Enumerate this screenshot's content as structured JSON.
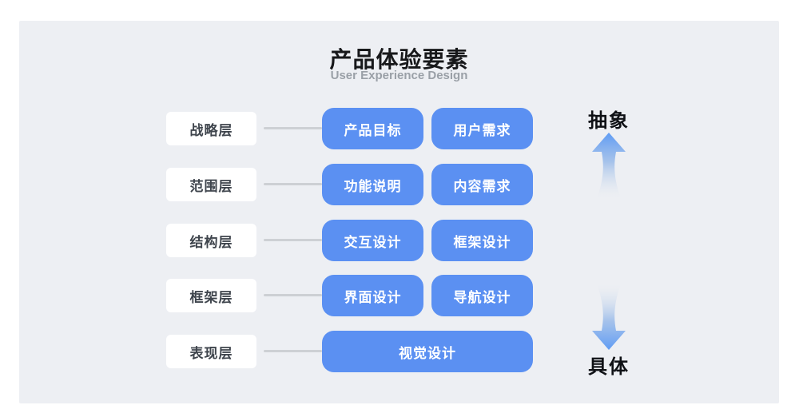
{
  "title": "产品体验要素",
  "subtitle": "User Experience Design",
  "axis": {
    "top_label": "抽象",
    "bottom_label": "具体"
  },
  "rows": [
    {
      "label": "战略层",
      "boxes": [
        "产品目标",
        "用户需求"
      ]
    },
    {
      "label": "范围层",
      "boxes": [
        "功能说明",
        "内容需求"
      ]
    },
    {
      "label": "结构层",
      "boxes": [
        "交互设计",
        "框架设计"
      ]
    },
    {
      "label": "框架层",
      "boxes": [
        "界面设计",
        "导航设计"
      ]
    },
    {
      "label": "表现层",
      "boxes": [
        "视觉设计"
      ]
    }
  ],
  "colors": {
    "box_blue": "#5b90f2",
    "panel_bg": "#edeff3",
    "connector": "#cdd0d4",
    "arrow_blue": "#5e9bf4"
  }
}
